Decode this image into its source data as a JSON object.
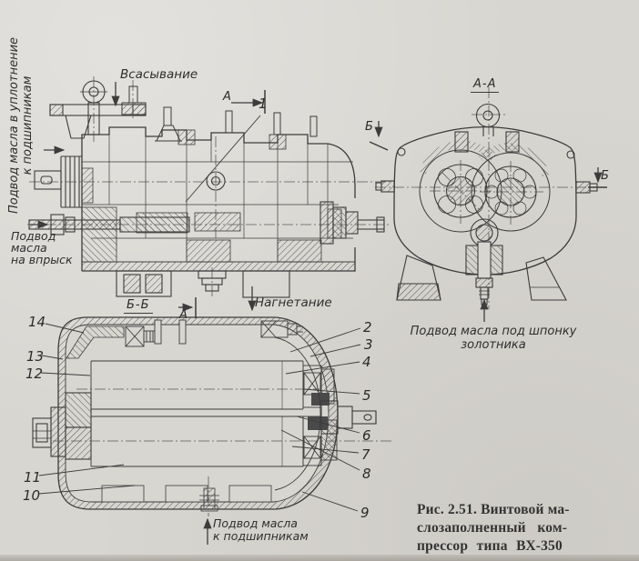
{
  "colors": {
    "paper": "#d8d6d1",
    "ink": "#3c3c3c",
    "text": "#2e2e2e"
  },
  "labels": {
    "left_oil_line1": "Подвод масла в уплотнение",
    "left_oil_line2": "к подшипникам",
    "suction": "Всасывание",
    "discharge": "Нагнетание",
    "injection_line1": "Подвод",
    "injection_line2": "масла",
    "injection_line3": "на впрыск",
    "oil_key_line1": "Подвод масла под шпонку",
    "oil_key_line2": "золотника",
    "oil_bearings_line1": "Подвод масла",
    "oil_bearings_line2": "к подшипникам"
  },
  "markers": {
    "a": "А",
    "b": "Б",
    "section_aa": "А-А",
    "section_bb": "Б-Б"
  },
  "callouts": [
    "1",
    "2",
    "3",
    "4",
    "5",
    "6",
    "7",
    "8",
    "9",
    "10",
    "11",
    "12",
    "13",
    "14"
  ],
  "caption": {
    "line1": "Рис. 2.51. Винтовой ма-",
    "line2": "слозаполненный ком-",
    "line3": "прессор типа ВХ-350"
  }
}
